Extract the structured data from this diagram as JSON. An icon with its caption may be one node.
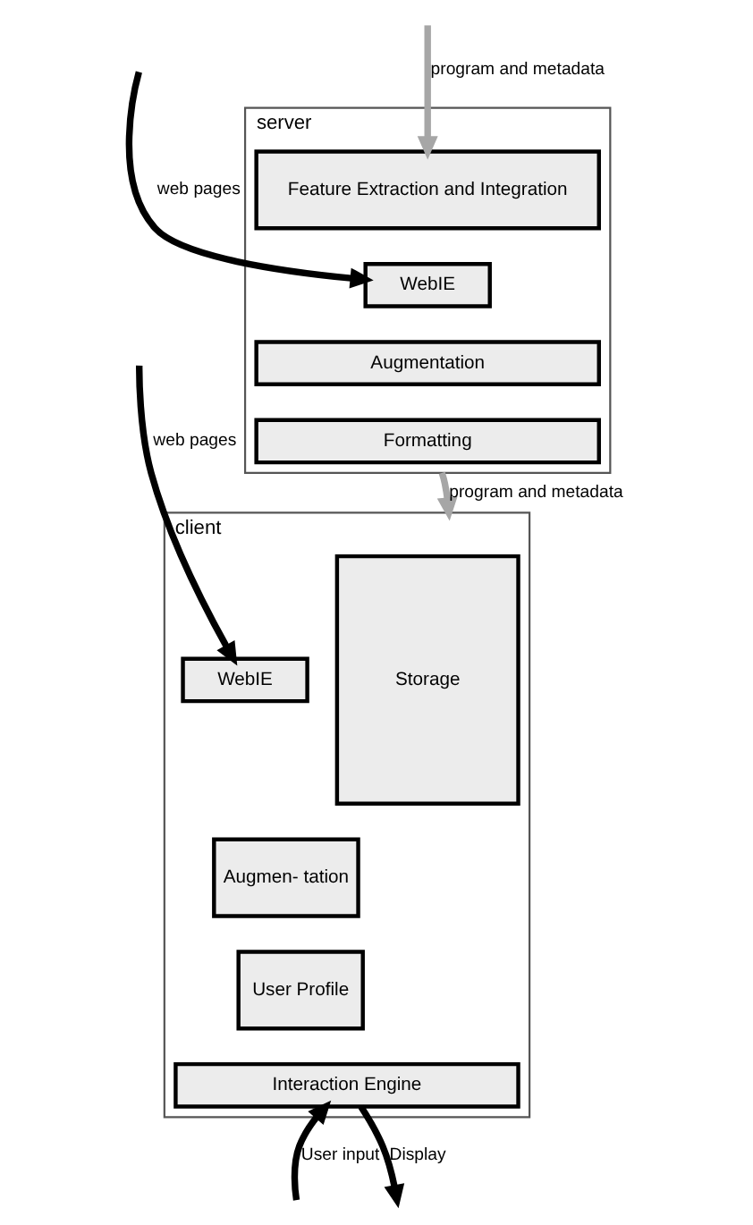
{
  "diagram": {
    "nodes": [
      {
        "text": [
          "server"
        ]
      },
      {
        "text": [
          "Feature Extraction and Integration"
        ],
        "in": 0
      },
      {
        "text": [
          "WebIE"
        ],
        "in": 0
      },
      {
        "text": [
          "Augmentation"
        ],
        "in": 0
      },
      {
        "text": [
          "Formatting"
        ],
        "in": 0
      },
      {
        "text": [
          "client"
        ]
      },
      {
        "text": [
          "Storage"
        ],
        "in": 5
      },
      {
        "text": [
          "WebIE"
        ],
        "in": 5
      },
      {
        "text": [
          "Augmen- tation"
        ],
        "in": 5
      },
      {
        "text": [
          "User Profile"
        ],
        "in": 5
      },
      {
        "text": [
          "Interaction Engine"
        ],
        "in": 5
      }
    ],
    "edges": [
      {
        "from": null,
        "to": 1,
        "arrow": "to",
        "label": "program and metadata",
        "color": "#a6a6a6"
      },
      {
        "from": null,
        "to": 2,
        "arrow": "to",
        "label": "web pages"
      },
      {
        "from": 0,
        "to": 5,
        "arrow": "to",
        "label": "program and metadata",
        "color": "#a6a6a6"
      },
      {
        "from": null,
        "to": 7,
        "arrow": "to",
        "label": "web pages"
      },
      {
        "from": null,
        "to": 10,
        "arrow": "to",
        "label": "User input"
      },
      {
        "from": 10,
        "to": null,
        "arrow": "to",
        "label": "Display"
      }
    ]
  }
}
